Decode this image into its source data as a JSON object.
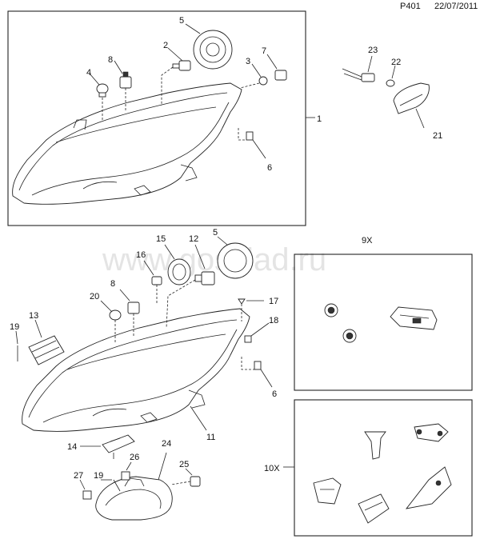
{
  "header": {
    "code": "P401",
    "date": "22/07/2011"
  },
  "watermark": "www.gosklad.ru",
  "callouts": {
    "c1": "1",
    "c2": "2",
    "c3": "3",
    "c4": "4",
    "c5a": "5",
    "c5b": "5",
    "c6a": "6",
    "c6b": "6",
    "c7": "7",
    "c8a": "8",
    "c8b": "8",
    "c9x": "9X",
    "c10x": "10X",
    "c11": "11",
    "c12": "12",
    "c13": "13",
    "c14": "14",
    "c15": "15",
    "c16": "16",
    "c17": "17",
    "c18": "18",
    "c19a": "19",
    "c19b": "19",
    "c20": "20",
    "c21": "21",
    "c22": "22",
    "c23": "23",
    "c24": "24",
    "c25": "25",
    "c26": "26",
    "c27": "27"
  }
}
